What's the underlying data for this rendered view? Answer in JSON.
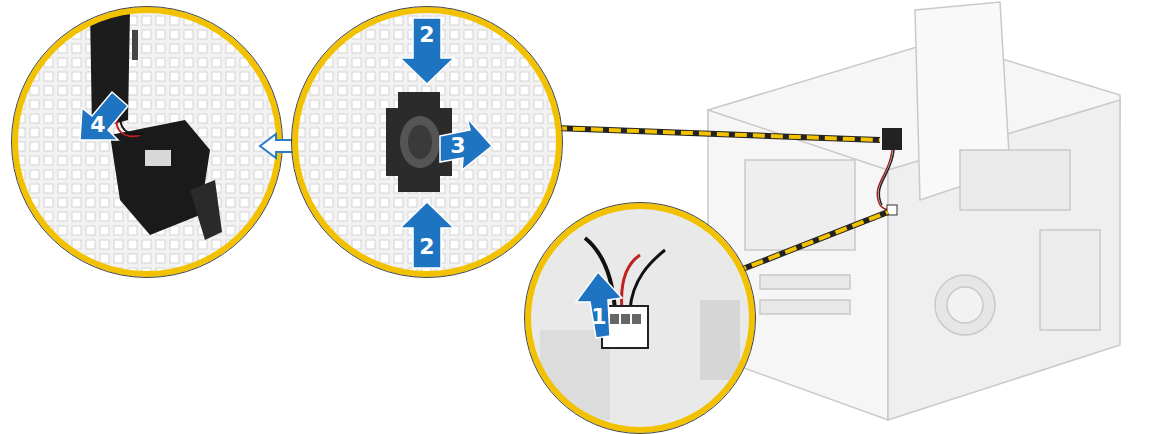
{
  "diagram": {
    "labels": [
      "4",
      "2",
      "3",
      "2",
      "1"
    ]
  }
}
